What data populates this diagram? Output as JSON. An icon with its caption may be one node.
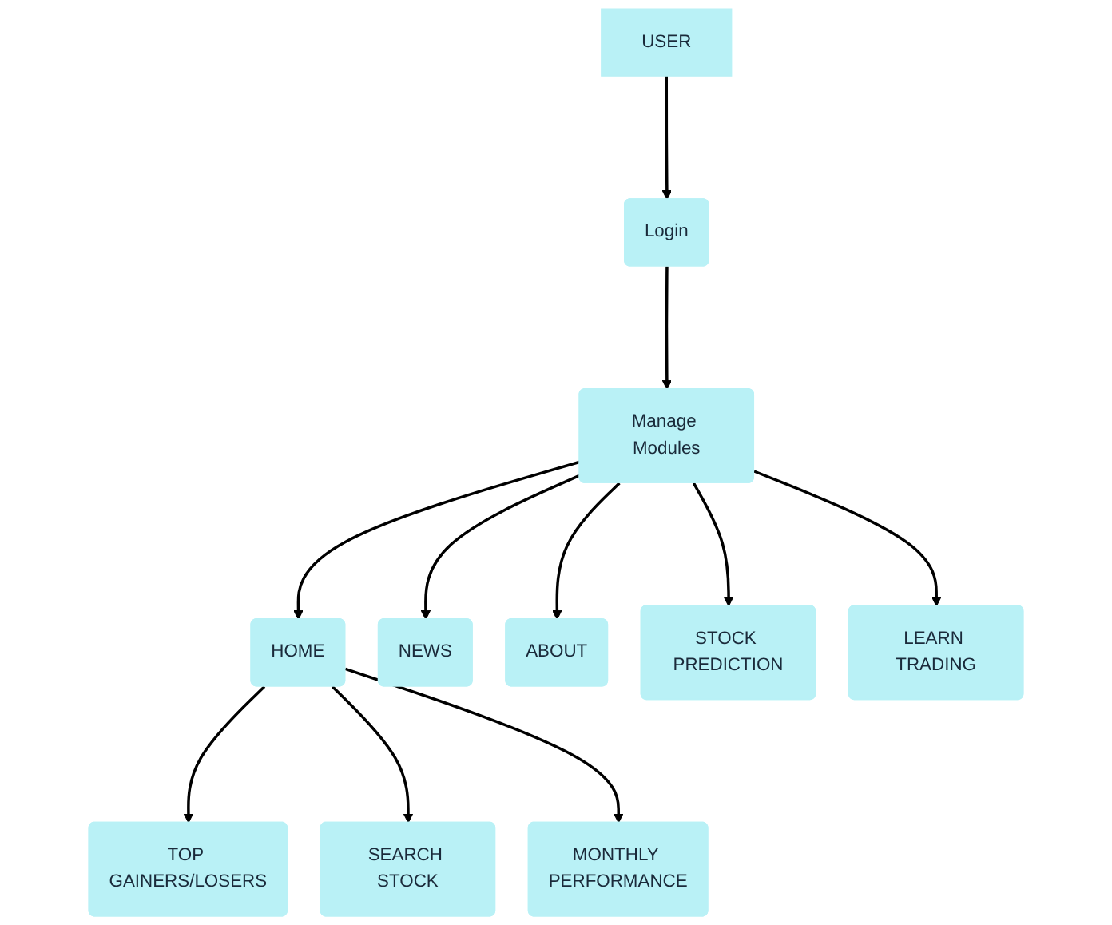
{
  "diagram": {
    "nodes": [
      {
        "text": [
          "USER"
        ]
      },
      {
        "text": [
          "Login"
        ]
      },
      {
        "text": [
          "Manage Modules"
        ]
      },
      {
        "text": [
          "HOME"
        ]
      },
      {
        "text": [
          "NEWS"
        ]
      },
      {
        "text": [
          "ABOUT"
        ]
      },
      {
        "text": [
          "STOCK PREDICTION"
        ]
      },
      {
        "text": [
          "LEARN TRADING"
        ]
      },
      {
        "text": [
          "TOP GAINERS/LOSERS"
        ]
      },
      {
        "text": [
          "SEARCH STOCK"
        ]
      },
      {
        "text": [
          "MONTHLY PERFORMANCE"
        ]
      }
    ],
    "edges": [
      {
        "from": 0,
        "to": 1,
        "arrow": "to"
      },
      {
        "from": 1,
        "to": 2,
        "arrow": "to"
      },
      {
        "from": 2,
        "to": 3,
        "arrow": "to"
      },
      {
        "from": 2,
        "to": 4,
        "arrow": "to"
      },
      {
        "from": 2,
        "to": 5,
        "arrow": "to"
      },
      {
        "from": 2,
        "to": 6,
        "arrow": "to"
      },
      {
        "from": 2,
        "to": 7,
        "arrow": "to"
      },
      {
        "from": 3,
        "to": 8,
        "arrow": "to"
      },
      {
        "from": 3,
        "to": 9,
        "arrow": "to"
      },
      {
        "from": 3,
        "to": 10,
        "arrow": "to"
      }
    ]
  }
}
